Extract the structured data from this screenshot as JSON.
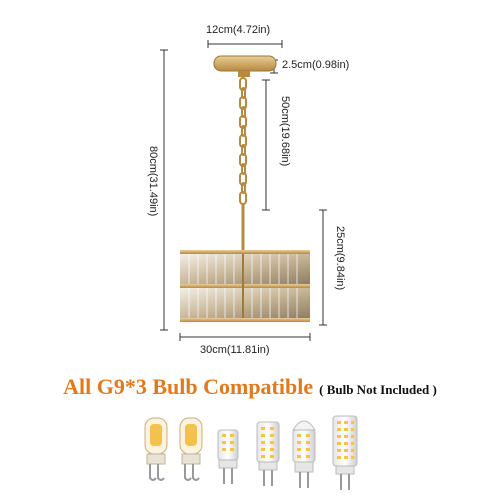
{
  "dimensions": {
    "canopy_width": "12cm(4.72in)",
    "canopy_height": "2.5cm(0.98in)",
    "chain_length": "50cm(19.68in)",
    "total_height": "80cm(31.49in)",
    "shade_height": "25cm(9.84in)",
    "shade_diameter": "30cm(11.81in)"
  },
  "caption": {
    "main": "All G9*3 Bulb Compatible",
    "sub": "( Bulb Not Included )"
  },
  "colors": {
    "accent": "#e07a1e",
    "gold": "#c9a25c",
    "line": "#333333"
  },
  "bulbs": [
    "g9-halogen-bulb",
    "g9-halogen-bulb",
    "g9-led-bulb",
    "g9-led-bulb",
    "g9-led-bulb",
    "g9-led-bulb"
  ]
}
